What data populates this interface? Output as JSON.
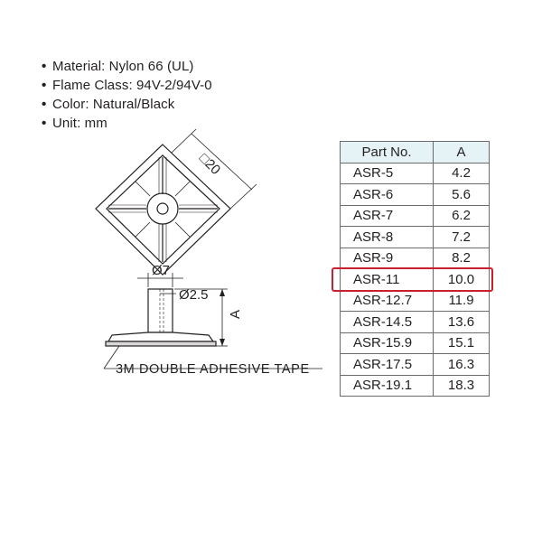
{
  "specs": [
    {
      "label": "Material: Nylon 66 (UL)"
    },
    {
      "label": "Flame Class: 94V-2/94V-0"
    },
    {
      "label": "Color: Natural/Black"
    },
    {
      "label": "Unit: mm"
    }
  ],
  "bullet": "•",
  "drawing": {
    "top_view_dim": "□20",
    "hole_dia": "Ø7",
    "inner_dia": "Ø2.5",
    "height_dim": "A",
    "tape_label": "3M DOUBLE ADHESIVE TAPE"
  },
  "table": {
    "headers": {
      "part": "Part No.",
      "a": "A"
    },
    "rows": [
      {
        "part": "ASR-5",
        "a": "4.2"
      },
      {
        "part": "ASR-6",
        "a": "5.6"
      },
      {
        "part": "ASR-7",
        "a": "6.2"
      },
      {
        "part": "ASR-8",
        "a": "7.2"
      },
      {
        "part": "ASR-9",
        "a": "8.2"
      },
      {
        "part": "ASR-11",
        "a": "10.0"
      },
      {
        "part": "ASR-12.7",
        "a": "11.9"
      },
      {
        "part": "ASR-14.5",
        "a": "13.6"
      },
      {
        "part": "ASR-15.9",
        "a": "15.1"
      },
      {
        "part": "ASR-17.5",
        "a": "16.3"
      },
      {
        "part": "ASR-19.1",
        "a": "18.3"
      }
    ],
    "highlighted_part": "ASR-11",
    "header_bg": "#e5f2f6",
    "highlight_color": "#c8202f"
  }
}
